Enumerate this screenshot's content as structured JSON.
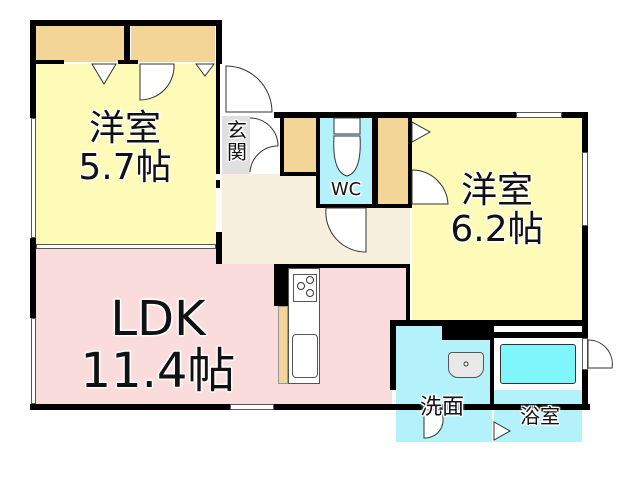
{
  "floor_plan": {
    "rooms": [
      {
        "id": "western-room-1",
        "name": "洋室",
        "area": "5.7帖",
        "color": "#fdfbb7"
      },
      {
        "id": "western-room-2",
        "name": "洋室",
        "area": "6.2帖",
        "color": "#fdfbb7"
      },
      {
        "id": "ldk",
        "name": "LDK",
        "area": "11.4帖",
        "color": "#fadcdc"
      },
      {
        "id": "entrance",
        "name_line1": "玄",
        "name_line2": "関",
        "color": "#e0e0e0"
      },
      {
        "id": "wc",
        "name": "WC",
        "color": "#b3f2fb"
      },
      {
        "id": "washroom",
        "name": "洗面",
        "color": "#b3f2fb"
      },
      {
        "id": "bathroom",
        "name": "浴室",
        "color": "#b3f2fb"
      },
      {
        "id": "hallway",
        "color": "#f7f0dc"
      }
    ],
    "colors": {
      "wall": "#000000",
      "storage": "#f2d597",
      "bedroom": "#fdfbb7",
      "ldk": "#fadcdc",
      "wet_area": "#b3f2fb",
      "hallway": "#f7f0dc",
      "entrance": "#e0e0e0",
      "bathtub": "#7ff6fb"
    },
    "fixtures": [
      "closet",
      "closet",
      "toilet",
      "kitchen-stove",
      "kitchen-sink",
      "wash-basin",
      "bathtub"
    ]
  }
}
